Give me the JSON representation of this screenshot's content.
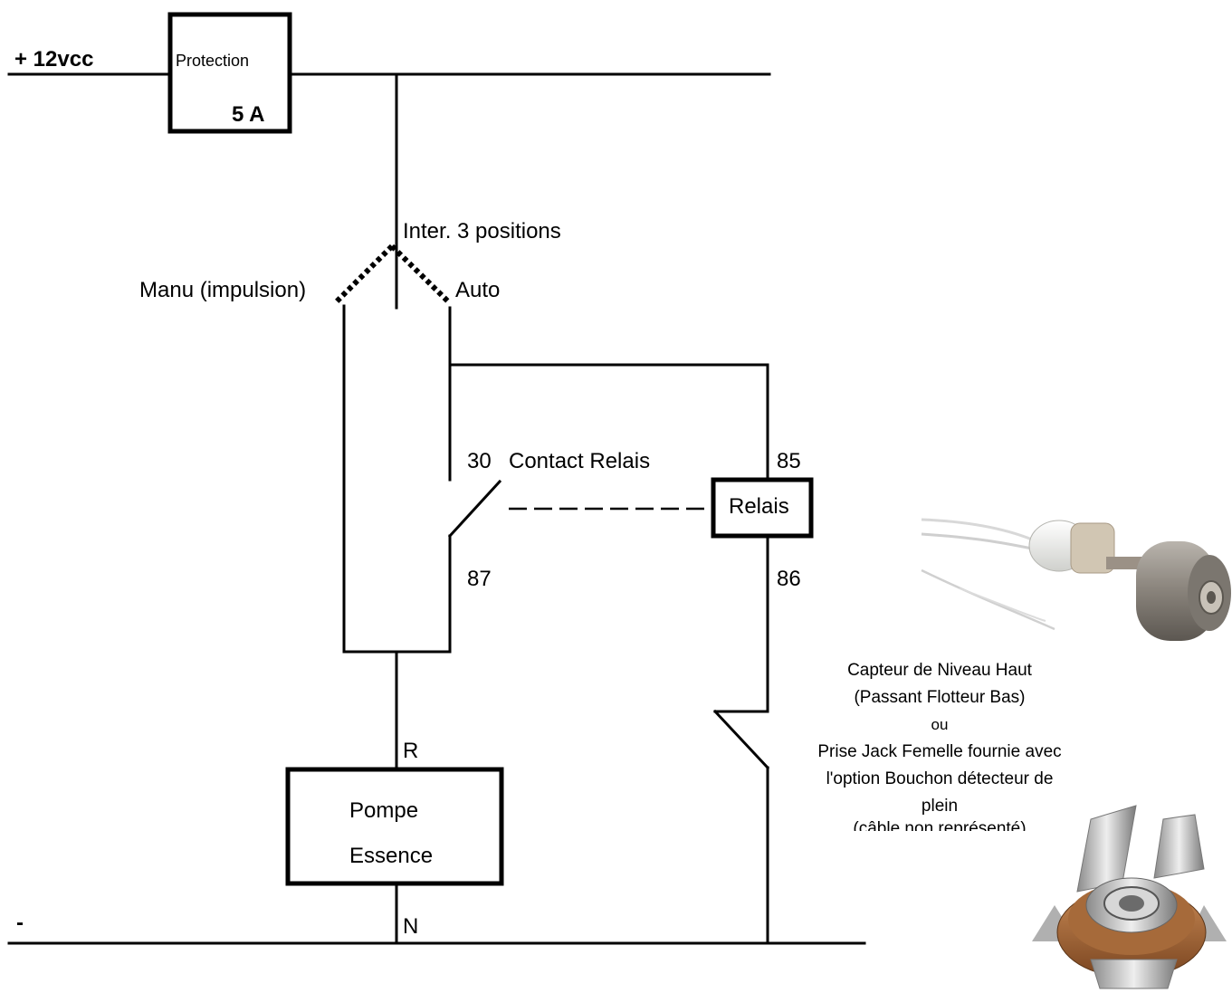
{
  "supply": {
    "positive_label": "+ 12vcc",
    "negative_label": "-"
  },
  "protection": {
    "label": "Protection",
    "rating": "5 A"
  },
  "switch": {
    "title": "Inter. 3 positions",
    "left_position": "Manu (impulsion)",
    "right_position": "Auto"
  },
  "relay_contact": {
    "pin_common": "30",
    "label": "Contact Relais",
    "pin_output": "87"
  },
  "relay_coil": {
    "label": "Relais",
    "pin_top": "85",
    "pin_bottom": "86"
  },
  "pump": {
    "line1": "Pompe",
    "line2": "Essence",
    "pin_top": "R",
    "pin_bottom": "N"
  },
  "sensor_caption": {
    "line1": "Capteur de Niveau Haut",
    "line2": "(Passant Flotteur Bas)",
    "line3": "ou",
    "line4": "Prise Jack Femelle fournie avec",
    "line5": "l'option Bouchon détecteur de",
    "line6": "plein",
    "line7": "(câble non représenté)"
  },
  "images": {
    "float_sensor": "float-level-sensor-photo",
    "jack_socket": "female-jack-socket-photo"
  },
  "colors": {
    "line": "#000000",
    "background": "#ffffff"
  }
}
